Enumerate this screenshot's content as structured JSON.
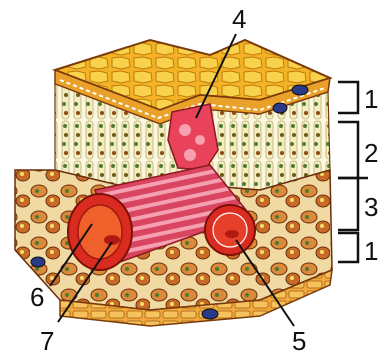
{
  "labels": {
    "upper_epidermis": "1",
    "palisade_tissue": "2",
    "spongy_tissue": "3",
    "lower_epidermis": "1",
    "mesophyll_cluster": "4",
    "vessel_bundle": "5",
    "sieve_tube": "6",
    "xylem_core": "7"
  },
  "colors": {
    "epidermis_top": "#f4b324",
    "epidermis_cell": "#f7d24a",
    "palisade": "#f3edc0",
    "chloroplast": "#4f7a32",
    "spongy": "#d98a3a",
    "vessel_red": "#d92b20",
    "vessel_stripes": "#f07b8a",
    "outline": "#5a2a0a",
    "stomata": "#2a3a88",
    "lower_epidermis": "#f2a93b"
  }
}
